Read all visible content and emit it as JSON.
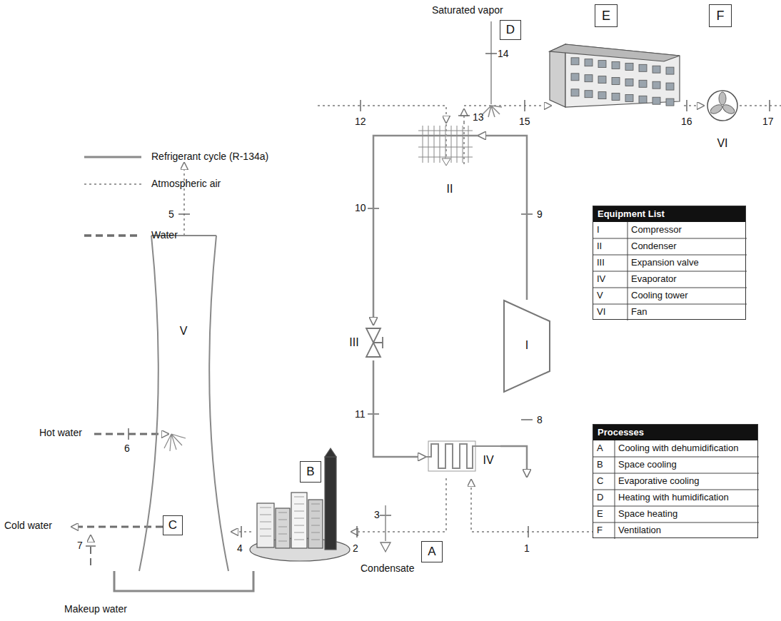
{
  "diagram": {
    "nodes": [
      {
        "text": [
          "D"
        ]
      },
      {
        "text": [
          "E"
        ]
      },
      {
        "text": [
          "F"
        ]
      },
      {
        "text": [
          "VI"
        ]
      },
      {
        "text": [
          "II"
        ]
      },
      {
        "text": [
          "I"
        ]
      },
      {
        "text": [
          "III"
        ]
      },
      {
        "text": [
          "Equipment List"
        ]
      },
      {
        "text": [
          "Processes"
        ]
      },
      {
        "text": [
          "V"
        ]
      },
      {
        "text": [
          "C"
        ],
        "in": 9
      },
      {
        "text": [
          "B"
        ]
      },
      {
        "text": [
          "IV"
        ]
      },
      {
        "text": [
          "A"
        ]
      }
    ],
    "edges": [
      {
        "from": 5,
        "to": 4,
        "arrow": "to",
        "label": "9"
      },
      {
        "from": 4,
        "to": 6,
        "arrow": "to",
        "label": "10"
      },
      {
        "from": 6,
        "to": 12,
        "arrow": "to",
        "label": "11"
      },
      {
        "from": 12,
        "to": 5,
        "arrow": "to",
        "label": "8"
      }
    ],
    "labels": [
      "Saturated vapor",
      "14",
      "12",
      "13",
      "15",
      "16",
      "17",
      "Condensate",
      "1",
      "2",
      "3",
      "4",
      "5",
      "6",
      "Hot water",
      "Cold water",
      "7",
      "Makeup water",
      "I",
      "Compressor",
      "II",
      "Condenser",
      "III",
      "Expansion valve",
      "IV",
      "Evaporator",
      "V",
      "Cooling tower",
      "VI",
      "Fan",
      "A",
      "Cooling with dehumidification",
      "B",
      "Space cooling",
      "C",
      "Evaporative cooling",
      "D",
      "Heating with humidification",
      "E",
      "Space heating",
      "F",
      "Ventilation"
    ],
    "legend": [
      {
        "text": "Refrigerant cycle (R-134a)"
      },
      {
        "text": "Atmospheric air"
      },
      {
        "text": "Water"
      }
    ]
  }
}
